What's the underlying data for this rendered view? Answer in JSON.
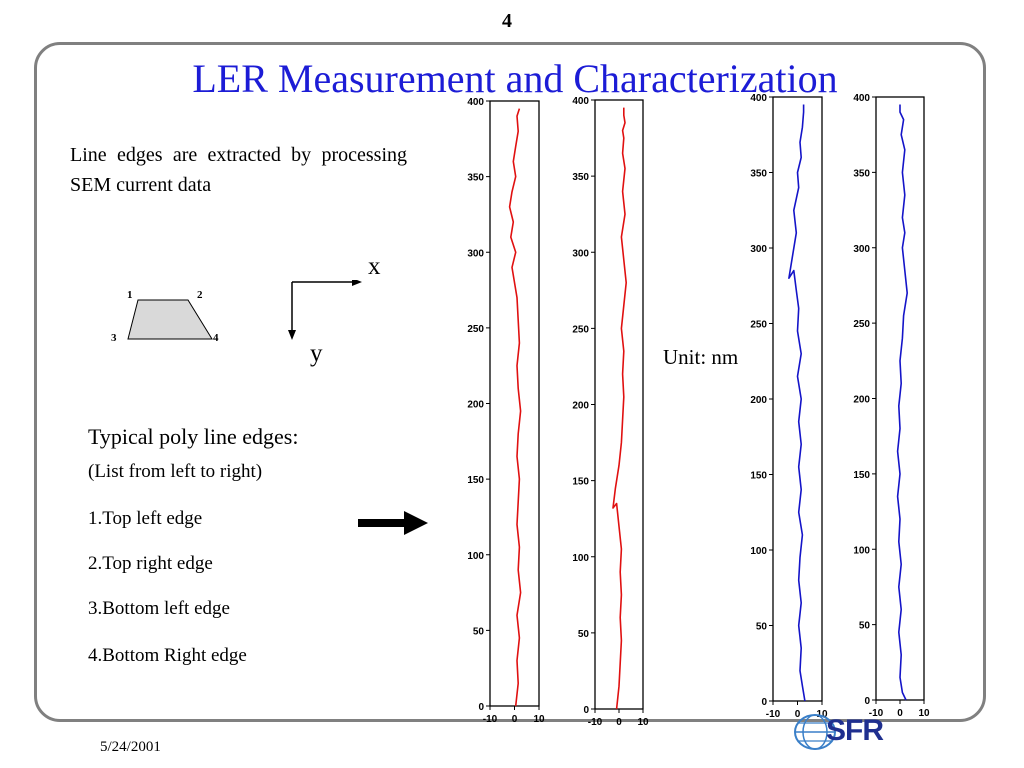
{
  "page_number": "4",
  "title": "LER Measurement and Characterization",
  "intro_text": "Line edges are extracted by processing SEM current data",
  "diagram": {
    "corner_labels": [
      "1",
      "2",
      "3",
      "4"
    ],
    "axis_x": "x",
    "axis_y": "y",
    "shape_fill": "#d9d9d9"
  },
  "list": {
    "heading": "Typical poly line edges:",
    "note": "(List from left to right)",
    "items": [
      "1.Top left edge",
      "2.Top right edge",
      "3.Bottom left edge",
      "4.Bottom Right edge"
    ]
  },
  "unit_label": "Unit: nm",
  "date": "5/24/2001",
  "logo_text": "SFR",
  "colors": {
    "title": "#1c1cd6",
    "red_edge": "#e01010",
    "blue_edge": "#1414c8",
    "frame": "#808080"
  },
  "chart_data": [
    {
      "type": "line",
      "name": "Top left edge",
      "color": "#e01010",
      "xlim": [
        -10,
        10
      ],
      "ylim": [
        0,
        400
      ],
      "xticks": [
        "-10",
        "0",
        "10"
      ],
      "yticks": [
        "0",
        "50",
        "100",
        "150",
        "200",
        "250",
        "300",
        "350",
        "400"
      ],
      "x": [
        0.5,
        1.5,
        1.0,
        2.0,
        1.0,
        2.5,
        1.5,
        2.0,
        1.0,
        1.5,
        2.0,
        1.0,
        1.5,
        2.5,
        1.5,
        1.0,
        2.0,
        1.5,
        1.0,
        0.0,
        -1.0,
        0.5,
        -1.5,
        -0.5,
        -2.0,
        -1.0,
        0.5,
        -0.5,
        0.5,
        1.5,
        1.0,
        2.0
      ],
      "y": [
        0,
        15,
        30,
        45,
        60,
        75,
        90,
        105,
        120,
        135,
        150,
        165,
        180,
        195,
        210,
        225,
        240,
        255,
        270,
        280,
        290,
        300,
        310,
        320,
        330,
        340,
        350,
        360,
        370,
        380,
        390,
        395
      ]
    },
    {
      "type": "line",
      "name": "Top right edge",
      "color": "#e01010",
      "xlim": [
        -10,
        10
      ],
      "ylim": [
        0,
        400
      ],
      "xticks": [
        "-10",
        "0",
        "10"
      ],
      "yticks": [
        "0",
        "50",
        "100",
        "150",
        "200",
        "250",
        "300",
        "350",
        "400"
      ],
      "x": [
        -1.0,
        0.0,
        0.5,
        1.0,
        0.5,
        1.0,
        0.5,
        1.0,
        0.0,
        -1.0,
        -2.5,
        -1.5,
        0.0,
        1.0,
        1.5,
        2.0,
        1.5,
        2.0,
        1.0,
        2.0,
        3.0,
        2.0,
        1.0,
        2.5,
        1.5,
        2.5,
        1.5,
        2.0,
        1.5,
        2.5,
        2.0,
        2.0
      ],
      "y": [
        0,
        15,
        30,
        45,
        60,
        75,
        90,
        105,
        120,
        135,
        132,
        145,
        160,
        175,
        190,
        205,
        220,
        235,
        250,
        265,
        280,
        295,
        310,
        325,
        340,
        355,
        365,
        375,
        380,
        385,
        390,
        395
      ]
    },
    {
      "type": "line",
      "name": "Bottom left edge",
      "color": "#1414c8",
      "xlim": [
        -10,
        10
      ],
      "ylim": [
        0,
        400
      ],
      "xticks": [
        "-10",
        "0",
        "10"
      ],
      "yticks": [
        "0",
        "50",
        "100",
        "150",
        "200",
        "250",
        "300",
        "350",
        "400"
      ],
      "x": [
        3.0,
        2.0,
        1.0,
        1.5,
        0.5,
        1.5,
        0.5,
        1.0,
        2.0,
        0.5,
        1.5,
        0.5,
        1.5,
        0.5,
        1.5,
        0.0,
        1.5,
        0.0,
        0.5,
        -0.5,
        -1.5,
        -3.5,
        -2.0,
        -0.5,
        -1.5,
        0.5,
        0.0,
        1.5,
        1.0,
        2.0,
        2.5,
        2.5
      ],
      "y": [
        0,
        10,
        20,
        35,
        50,
        65,
        80,
        95,
        110,
        125,
        140,
        155,
        170,
        185,
        200,
        215,
        230,
        245,
        260,
        272,
        285,
        280,
        295,
        310,
        325,
        340,
        350,
        360,
        370,
        380,
        390,
        395
      ]
    },
    {
      "type": "line",
      "name": "Bottom Right edge",
      "color": "#1414c8",
      "xlim": [
        -10,
        10
      ],
      "ylim": [
        0,
        400
      ],
      "xticks": [
        "-10",
        "0",
        "10"
      ],
      "yticks": [
        "0",
        "50",
        "100",
        "150",
        "200",
        "250",
        "300",
        "350",
        "400"
      ],
      "x": [
        2.5,
        1.0,
        0.0,
        0.5,
        -0.5,
        0.5,
        -0.5,
        0.5,
        -0.5,
        0.0,
        -1.0,
        0.0,
        -1.0,
        0.0,
        -0.5,
        0.5,
        0.0,
        1.0,
        1.5,
        2.5,
        3.0,
        2.0,
        1.0,
        2.0,
        1.0,
        2.0,
        1.0,
        2.0,
        0.5,
        1.5,
        0.0,
        0.0
      ],
      "y": [
        0,
        5,
        15,
        30,
        45,
        60,
        75,
        90,
        105,
        120,
        135,
        150,
        165,
        180,
        195,
        210,
        225,
        240,
        255,
        265,
        270,
        285,
        300,
        310,
        320,
        335,
        350,
        365,
        375,
        385,
        390,
        395
      ]
    }
  ]
}
